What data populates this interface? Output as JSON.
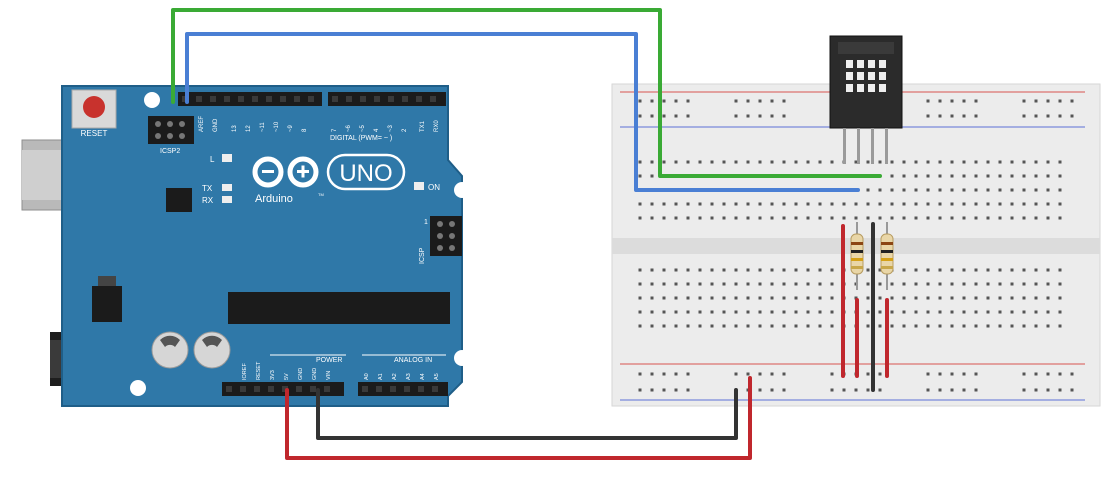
{
  "board": {
    "logo_text": "UNO",
    "brand": "Arduino",
    "tm": "TM",
    "reset_label": "RESET",
    "icsp2_label": "ICSP2",
    "icsp_label": "ICSP",
    "icsp_pin1": "1",
    "led_l": "L",
    "led_tx": "TX",
    "led_rx": "RX",
    "on_label": "ON",
    "digital_label": "DIGITAL (PWM= ~ )",
    "power_label": "POWER",
    "analog_label": "ANALOG IN",
    "digital_pins": [
      "AREF",
      "GND",
      "13",
      "12",
      "~11",
      "~10",
      "~9",
      "8",
      "7",
      "~6",
      "~5",
      "4",
      "~3",
      "2",
      "TX1",
      "RX0"
    ],
    "power_pins": [
      "IOREF",
      "RESET",
      "3V3",
      "5V",
      "GND",
      "GND",
      "VIN"
    ],
    "analog_pins": [
      "A0",
      "A1",
      "A2",
      "A3",
      "A4",
      "A5"
    ]
  },
  "colors": {
    "board": "#2f78a8",
    "board_edge": "#1f5e88",
    "breadboard": "#ececec",
    "wire_green": "#3aaa35",
    "wire_blue": "#4a7fd4",
    "wire_red": "#c0272d",
    "wire_black": "#333333",
    "rail_red": "#d9534f",
    "rail_blue": "#5b6fd6"
  }
}
